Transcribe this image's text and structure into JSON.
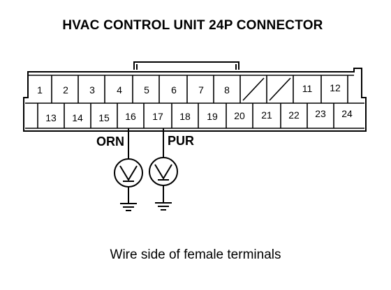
{
  "title": "HVAC CONTROL UNIT 24P CONNECTOR",
  "caption": "Wire side of female terminals",
  "connector": {
    "top_row": [
      "1",
      "2",
      "3",
      "4",
      "5",
      "6",
      "7",
      "8",
      "",
      "",
      "11",
      "12"
    ],
    "bottom_row": [
      "13",
      "14",
      "15",
      "16",
      "17",
      "18",
      "19",
      "20",
      "21",
      "22",
      "23",
      "24"
    ]
  },
  "wires": [
    {
      "pin": "16",
      "color_label": "ORN"
    },
    {
      "pin": "17",
      "color_label": "PUR"
    }
  ],
  "symbols": [
    "voltmeter-icon",
    "ground-icon"
  ]
}
